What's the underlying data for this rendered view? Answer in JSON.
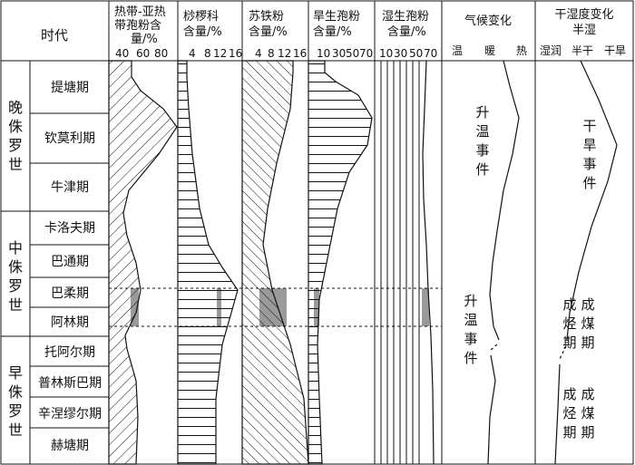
{
  "headers": {
    "time": "时代",
    "tropical": [
      "热带-亚热",
      "带孢粉含",
      "量/%"
    ],
    "cyathea": [
      "桫椤科",
      "含量/%"
    ],
    "cycas": [
      "苏铁粉",
      "含量/%"
    ],
    "xero": [
      "旱生孢粉",
      "含量/%"
    ],
    "hygro": [
      "湿生孢粉",
      "含量/%"
    ],
    "climate": "气候变化",
    "humidity": [
      "干湿度变化",
      "半湿"
    ]
  },
  "ticks": {
    "tropical": [
      "40",
      "60",
      "80"
    ],
    "cyathea": [
      "4",
      "8",
      "12",
      "16"
    ],
    "cycas": [
      "4",
      "8",
      "12",
      "16"
    ],
    "xero": [
      "10",
      "30",
      "50",
      "70"
    ],
    "hygro": [
      "10",
      "30",
      "50",
      "70"
    ],
    "climate": [
      "温",
      "暖",
      "热"
    ],
    "humidity": [
      "湿润",
      "半干",
      "干旱"
    ]
  },
  "eras": [
    {
      "chars": [
        "晚",
        "侏",
        "罗",
        "世"
      ]
    },
    {
      "chars": [
        "中",
        "侏",
        "罗",
        "世"
      ]
    },
    {
      "chars": [
        "早",
        "侏",
        "罗",
        "世"
      ]
    }
  ],
  "stages": [
    "提塘期",
    "钦莫利期",
    "牛津期",
    "卡洛夫期",
    "巴通期",
    "巴柔期",
    "阿林期",
    "托阿尔期",
    "普林斯巴期",
    "辛涅缪尔期",
    "赫塘期"
  ],
  "annotations": {
    "warming_1": [
      "升",
      "温",
      "事",
      "件"
    ],
    "warming_2": [
      "升",
      "温",
      "事",
      "件"
    ],
    "drought": [
      "干",
      "旱",
      "事",
      "件"
    ],
    "coal_1": [
      [
        "成",
        "烃",
        "期"
      ],
      [
        "成",
        "煤",
        "期"
      ]
    ],
    "coal_2": [
      [
        "成",
        "烃",
        "期"
      ],
      [
        "成",
        "煤",
        "期"
      ]
    ]
  }
}
